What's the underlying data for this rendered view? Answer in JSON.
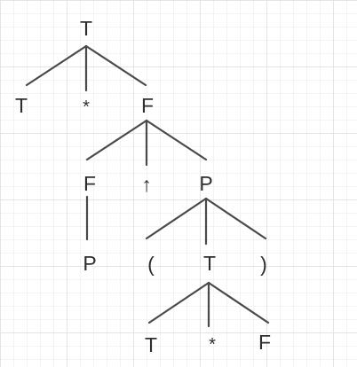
{
  "tree": {
    "root": {
      "label": "T"
    },
    "root_left": {
      "label": "T"
    },
    "root_mid": {
      "label": "*"
    },
    "root_right": {
      "label": "F"
    },
    "f_left": {
      "label": "F"
    },
    "f_mid": {
      "label": "↑"
    },
    "f_right": {
      "label": "P"
    },
    "f_left_child": {
      "label": "P"
    },
    "p_left": {
      "label": "("
    },
    "p_mid": {
      "label": "T"
    },
    "p_right": {
      "label": ")"
    },
    "t_left": {
      "label": "T"
    },
    "t_mid": {
      "label": "*"
    },
    "t_right": {
      "label": "F"
    }
  },
  "colors": {
    "edge": "#4a4a4a",
    "label": "#2e2e2e",
    "grid": "#e4e4e4"
  }
}
